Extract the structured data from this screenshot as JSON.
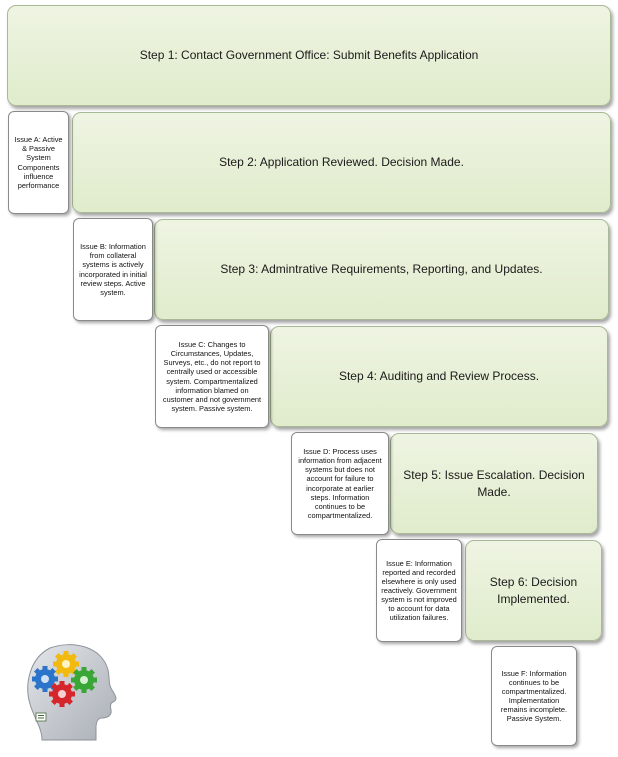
{
  "steps": [
    {
      "text": "Step 1: Contact Government Office: Submit Benefits Application"
    },
    {
      "text": "Step 2: Application Reviewed. Decision Made."
    },
    {
      "text": "Step 3: Admintrative Requirements, Reporting, and Updates."
    },
    {
      "text": "Step 4: Auditing and Review Process."
    },
    {
      "text": "Step 5: Issue Escalation. Decision Made."
    },
    {
      "text": "Step 6: Decision Implemented."
    }
  ],
  "issues": [
    {
      "text": "Issue A: Active & Passive System Components influence performance"
    },
    {
      "text": "Issue B: Information from collateral systems is actively incorporated in initial review steps. Active system."
    },
    {
      "text": "Issue C: Changes to Circumstances, Updates, Surveys, etc., do not report to centrally used or accessible system. Compartmentalized information blamed on customer and not government system. Passive system."
    },
    {
      "text": "Issue D: Process uses information from adjacent systems but does not account for failure to incorporate at earlier steps. Information continues to be compartmentalized."
    },
    {
      "text": "Issue E: Information reported and recorded elsewhere is only used reactively. Government system is not improved to account for data utilization failures."
    },
    {
      "text": "Issue F: Information continues to be compartmentalized. Implementation remains incomplete. Passive System."
    }
  ],
  "logo": {
    "icon": "head-with-gears-icon",
    "text": "",
    "colors": {
      "head": "#c9cdd2",
      "gear_yellow": "#f2b90f",
      "gear_blue": "#2a74c9",
      "gear_green": "#3aa635",
      "gear_red": "#d4262b"
    }
  }
}
